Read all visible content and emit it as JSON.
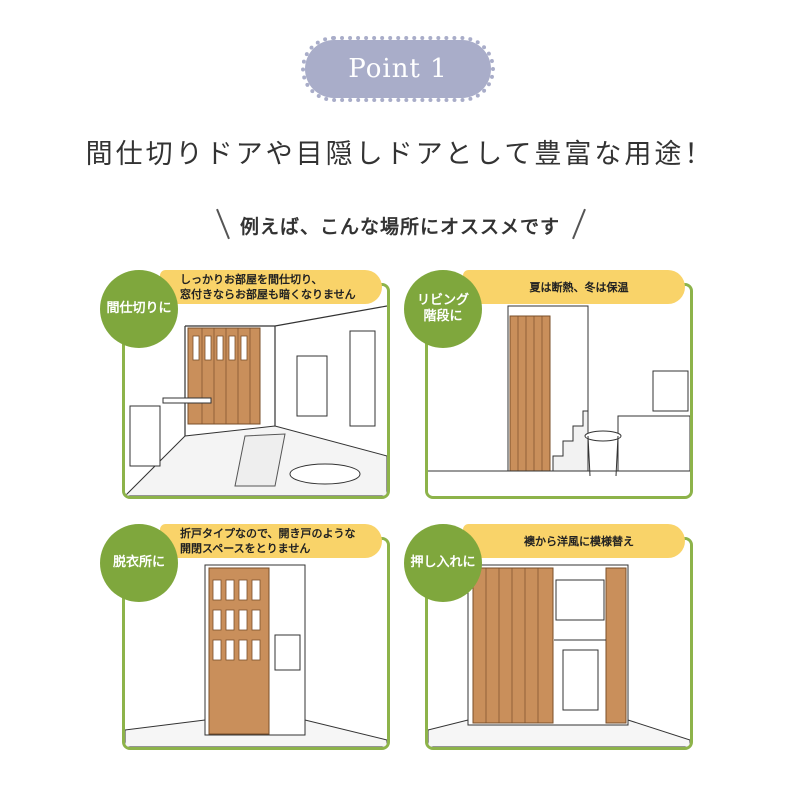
{
  "badge": {
    "label": "Point 1",
    "color": "#a9adc9"
  },
  "headline": "間仕切りドアや目隠しドアとして豊富な用途！",
  "subheading": "例えば、こんな場所にオススメです",
  "accent_color": "#7fa73d",
  "bubble_color": "#f9d369",
  "cards": [
    {
      "label_line1": "間仕切りに",
      "label_line2": "",
      "caption_line1": "しっかりお部屋を間仕切り、",
      "caption_line2": "窓付きならお部屋も暗くなりません"
    },
    {
      "label_line1": "リビング",
      "label_line2": "階段に",
      "caption_line1": "夏は断熱、冬は保温",
      "caption_line2": ""
    },
    {
      "label_line1": "脱衣所に",
      "label_line2": "",
      "caption_line1": "折戸タイプなので、開き戸のような",
      "caption_line2": "開閉スペースをとりません"
    },
    {
      "label_line1": "押し入れに",
      "label_line2": "",
      "caption_line1": "襖から洋風に模様替え",
      "caption_line2": ""
    }
  ]
}
